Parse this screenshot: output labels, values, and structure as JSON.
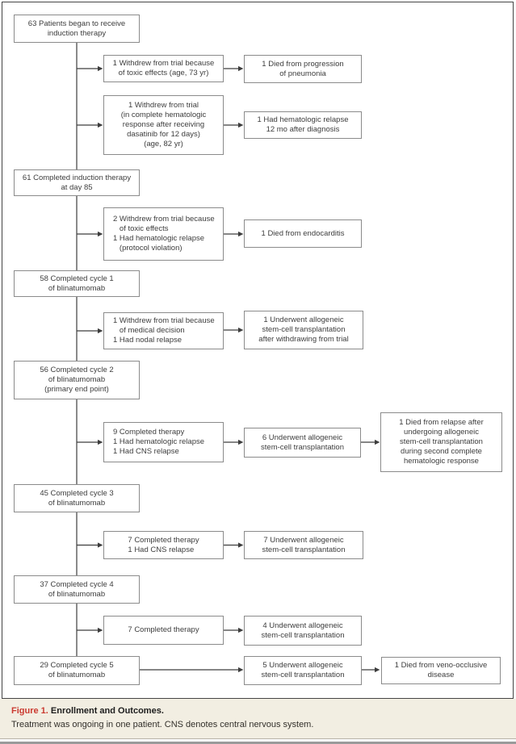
{
  "caption": {
    "label": "Figure 1.",
    "title": "Enrollment and Outcomes.",
    "body": "Treatment was ongoing in one patient. CNS denotes central nervous system."
  },
  "colors": {
    "accent_red": "#cb3a30",
    "caption_bg": "#f2eee2",
    "box_border": "#8b8b8b",
    "connector_line": "#3d3d3d",
    "text": "#3d3d3d"
  },
  "nodes": {
    "b1": {
      "text": "63 Patients began to receive\ninduction therapy"
    },
    "w1": {
      "text": "1 Withdrew from trial because\nof toxic effects (age, 73 yr)"
    },
    "w2": {
      "text": "1 Withdrew from trial\n(in complete hematologic\nresponse after receiving\ndasatinib for 12 days)\n(age, 82 yr)"
    },
    "o1": {
      "text": "1 Died from progression\nof pneumonia"
    },
    "o2": {
      "text": "1 Had hematologic relapse\n12 mo after diagnosis"
    },
    "m2": {
      "text": "61 Completed induction therapy\nat day 85"
    },
    "w3": {
      "text": "2 Withdrew from trial because\n   of toxic effects\n1 Had hematologic relapse\n   (protocol violation)"
    },
    "o3": {
      "text": "1 Died from endocarditis"
    },
    "m3": {
      "text": "58 Completed cycle 1\nof blinatumomab"
    },
    "w4": {
      "text": "1 Withdrew from trial because\n   of medical decision\n1 Had nodal relapse"
    },
    "o4": {
      "text": "1 Underwent allogeneic\nstem-cell transplantation\nafter withdrawing from trial"
    },
    "m4": {
      "text": "56 Completed cycle 2\nof blinatumomab\n(primary end point)"
    },
    "w5": {
      "text": "9 Completed therapy\n1 Had hematologic relapse\n1 Had CNS relapse"
    },
    "o5": {
      "text": "6 Underwent allogeneic\nstem-cell transplantation"
    },
    "o6": {
      "text": "1 Died from relapse after\nundergoing allogeneic\nstem-cell transplantation\nduring second complete\nhematologic response"
    },
    "m5": {
      "text": "45 Completed cycle 3\nof blinatumomab"
    },
    "w6": {
      "text": "7 Completed therapy\n1 Had CNS relapse"
    },
    "o7": {
      "text": "7 Underwent allogeneic\nstem-cell transplantation"
    },
    "m6": {
      "text": "37 Completed cycle 4\nof blinatumomab"
    },
    "w7": {
      "text": "7 Completed therapy"
    },
    "o8": {
      "text": "4 Underwent allogeneic\nstem-cell transplantation"
    },
    "m7": {
      "text": "29 Completed cycle 5\nof blinatumomab"
    },
    "o9": {
      "text": "5 Underwent allogeneic\nstem-cell transplantation"
    },
    "o10": {
      "text": "1 Died from veno-occlusive\ndisease"
    }
  }
}
